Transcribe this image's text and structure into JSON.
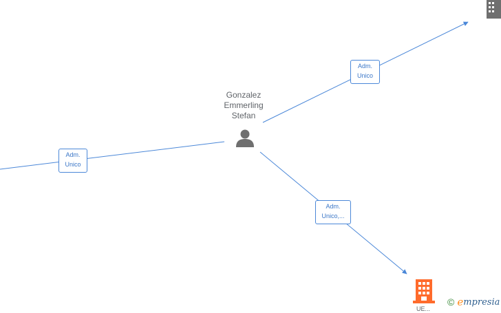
{
  "center_person": {
    "name_lines": [
      "Gonzalez",
      "Emmerling",
      "Stefan"
    ],
    "icon": "person-icon"
  },
  "relations": [
    {
      "id": "top",
      "label_lines": [
        "Adm.",
        "Unico"
      ],
      "target": "company-top-right"
    },
    {
      "id": "left",
      "label_lines": [
        "Adm.",
        "Unico"
      ],
      "target": "offscreen-left"
    },
    {
      "id": "bottom",
      "label_lines": [
        "Adm.",
        "Unico,..."
      ],
      "target": "company-bottom"
    }
  ],
  "companies": [
    {
      "id": "company-top-right",
      "icon": "building-icon",
      "color": "#6f6f6f"
    },
    {
      "id": "company-bottom",
      "icon": "building-icon",
      "color": "#ff6b2c",
      "label": "UE..."
    }
  ],
  "colors": {
    "edge": "#4a87d8",
    "person": "#6f6f6f",
    "company_highlight": "#ff6b2c",
    "company_default": "#6f6f6f"
  },
  "brand": {
    "copyright": "©",
    "initial": "e",
    "rest": "mpresia"
  }
}
